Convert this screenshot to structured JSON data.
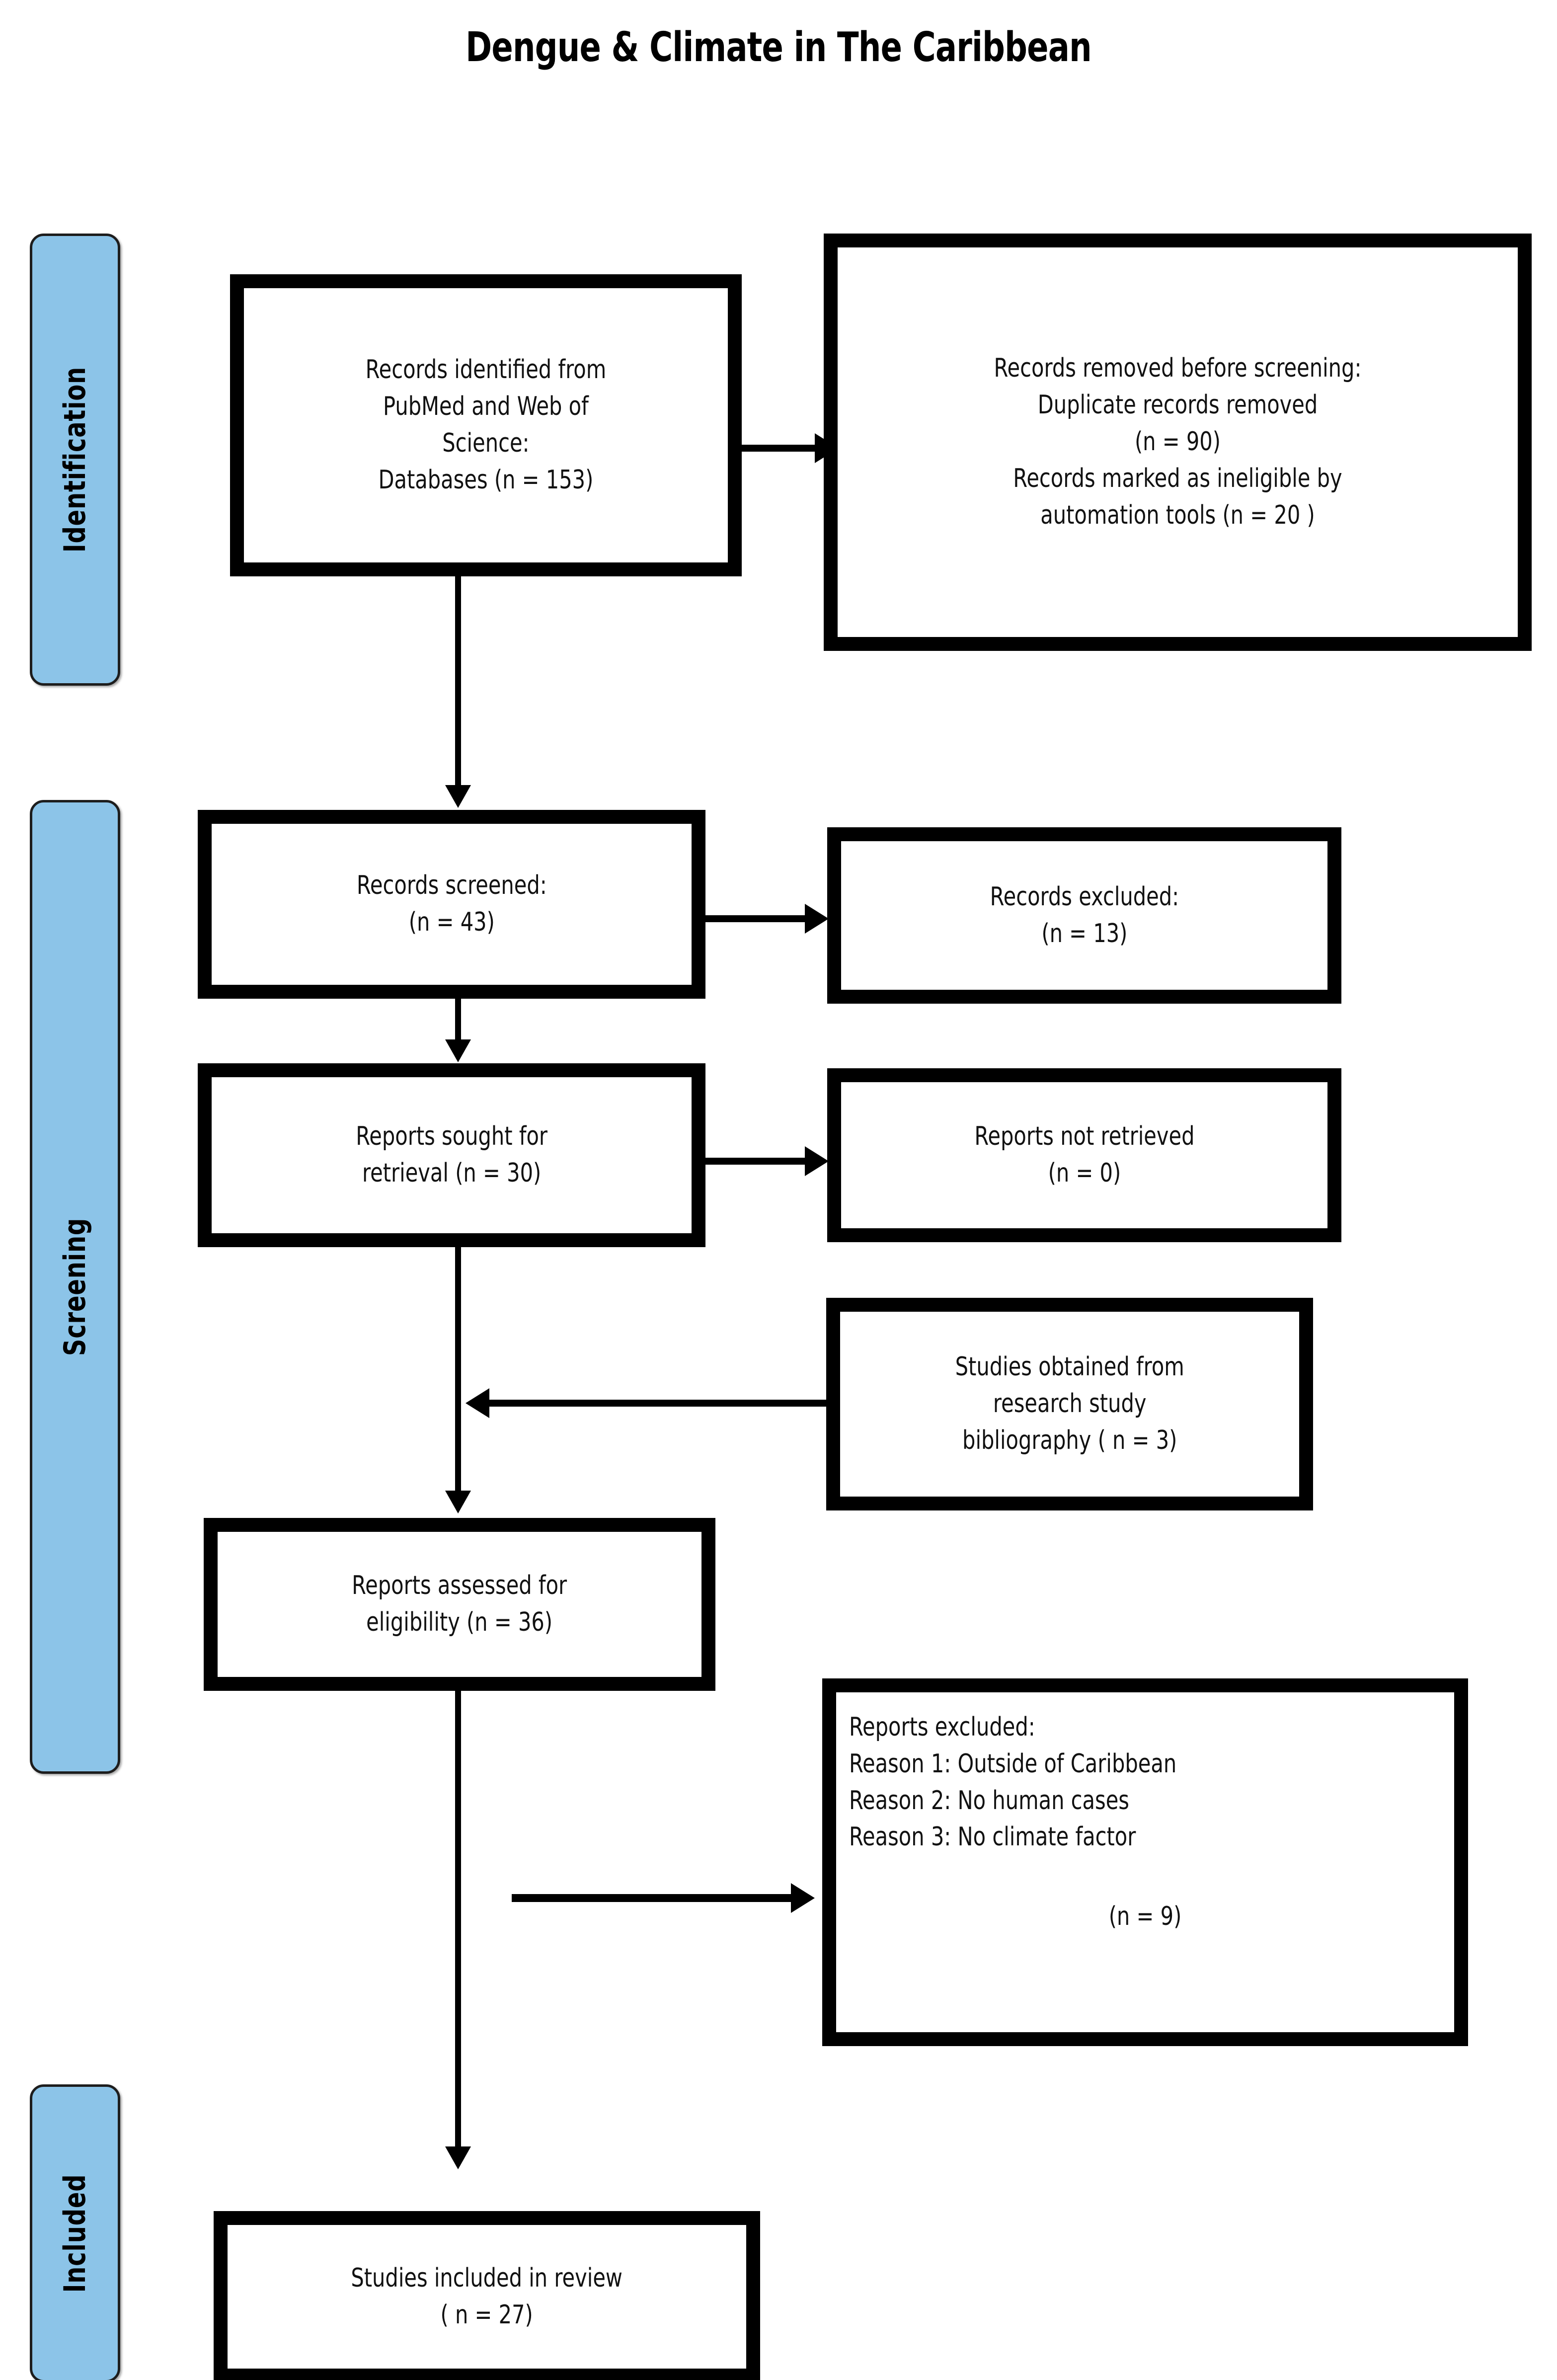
{
  "title": "Dengue & Climate in The Caribbean",
  "colors": {
    "stage_fill": "#8cc4e8",
    "stage_border": "#1d1d1d",
    "box_border": "#000000",
    "box_fill": "#ffffff",
    "text": "#111111",
    "connector": "#000000"
  },
  "stages": [
    {
      "id": "identification",
      "label": "Identification"
    },
    {
      "id": "screening",
      "label": "Screening"
    },
    {
      "id": "included",
      "label": "Included"
    }
  ],
  "boxes": {
    "records_identified": {
      "text": "Records identified from\nPubMed and Web of\nScience:\nDatabases (n = 153)",
      "n": 153
    },
    "records_removed": {
      "text": "Records removed before screening:\nDuplicate records removed\n(n = 90)\nRecords marked as ineligible by\nautomation tools (n = 20 )",
      "duplicates_n": 90,
      "ineligible_n": 20
    },
    "records_screened": {
      "text": "Records screened:\n(n = 43)",
      "n": 43
    },
    "records_excluded": {
      "text": "Records excluded:\n(n = 13)",
      "n": 13
    },
    "reports_sought": {
      "text": "Reports sought for\nretrieval (n = 30)",
      "n": 30
    },
    "reports_not_retrieved": {
      "text": "Reports not retrieved\n(n = 0)",
      "n": 0
    },
    "studies_bibliography": {
      "text": "Studies obtained from\nresearch study\nbibliography ( n = 3)",
      "n": 3
    },
    "reports_assessed": {
      "text": "Reports assessed for\neligibility (n = 36)",
      "n": 36
    },
    "reports_excluded": {
      "heading": "Reports excluded:",
      "reasons": [
        "Reason 1: Outside of Caribbean",
        "Reason 2: No human cases",
        "Reason 3: No climate factor"
      ],
      "lines": "Reports excluded:\nReason 1: Outside of Caribbean\nReason 2: No human cases\nReason 3: No climate factor",
      "count_text": "(n = 9)",
      "n": 9
    },
    "studies_included": {
      "text": "Studies included in review\n( n = 27)",
      "n": 27
    }
  }
}
